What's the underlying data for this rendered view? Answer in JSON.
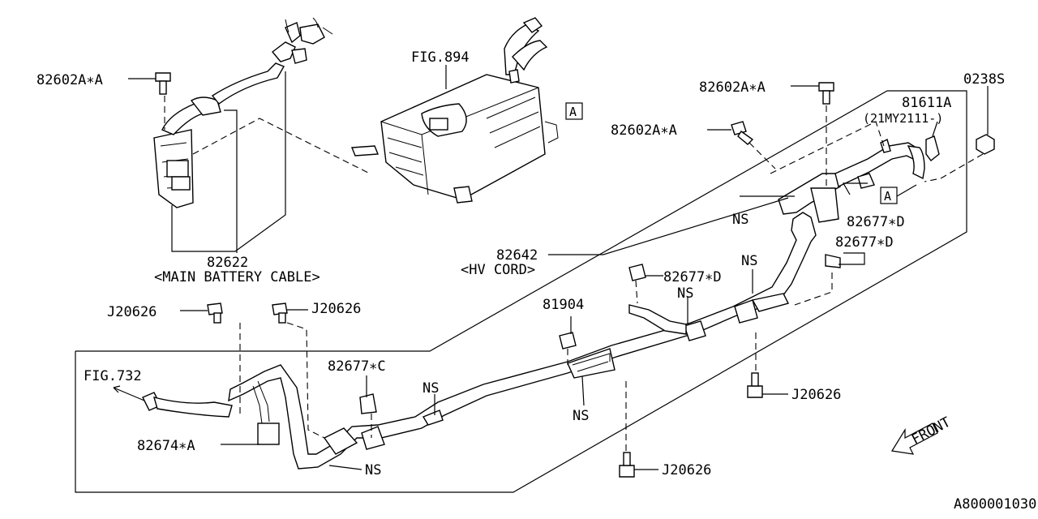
{
  "labels": {
    "p82602a_1": "82602A∗A",
    "fig894": "FIG.894",
    "p82602a_2": "82602A∗A",
    "p0238s": "0238S",
    "p81611a": "81611A",
    "p81611a_note": "(21MY2111-)",
    "p82602a_3": "82602A∗A",
    "ref_a_1": "A",
    "ref_a_2": "A",
    "ns_1": "NS",
    "p82677d_1": "82677∗D",
    "p82677d_2": "82677∗D",
    "p82622": "82622",
    "main_battery_cable": "<MAIN BATTERY CABLE>",
    "p82642": "82642",
    "hv_cord": "<HV CORD>",
    "ns_2": "NS",
    "p82677d_3": "82677∗D",
    "ns_3": "NS",
    "p81904": "81904",
    "j20626_1": "J20626",
    "j20626_2": "J20626",
    "p82677c": "82677∗C",
    "fig732": "FIG.732",
    "ns_4": "NS",
    "ns_5": "NS",
    "j20626_3": "J20626",
    "p82674a": "82674∗A",
    "ns_6": "NS",
    "front": "FRONT",
    "j20626_4": "J20626",
    "diagram_id": "A800001030"
  }
}
